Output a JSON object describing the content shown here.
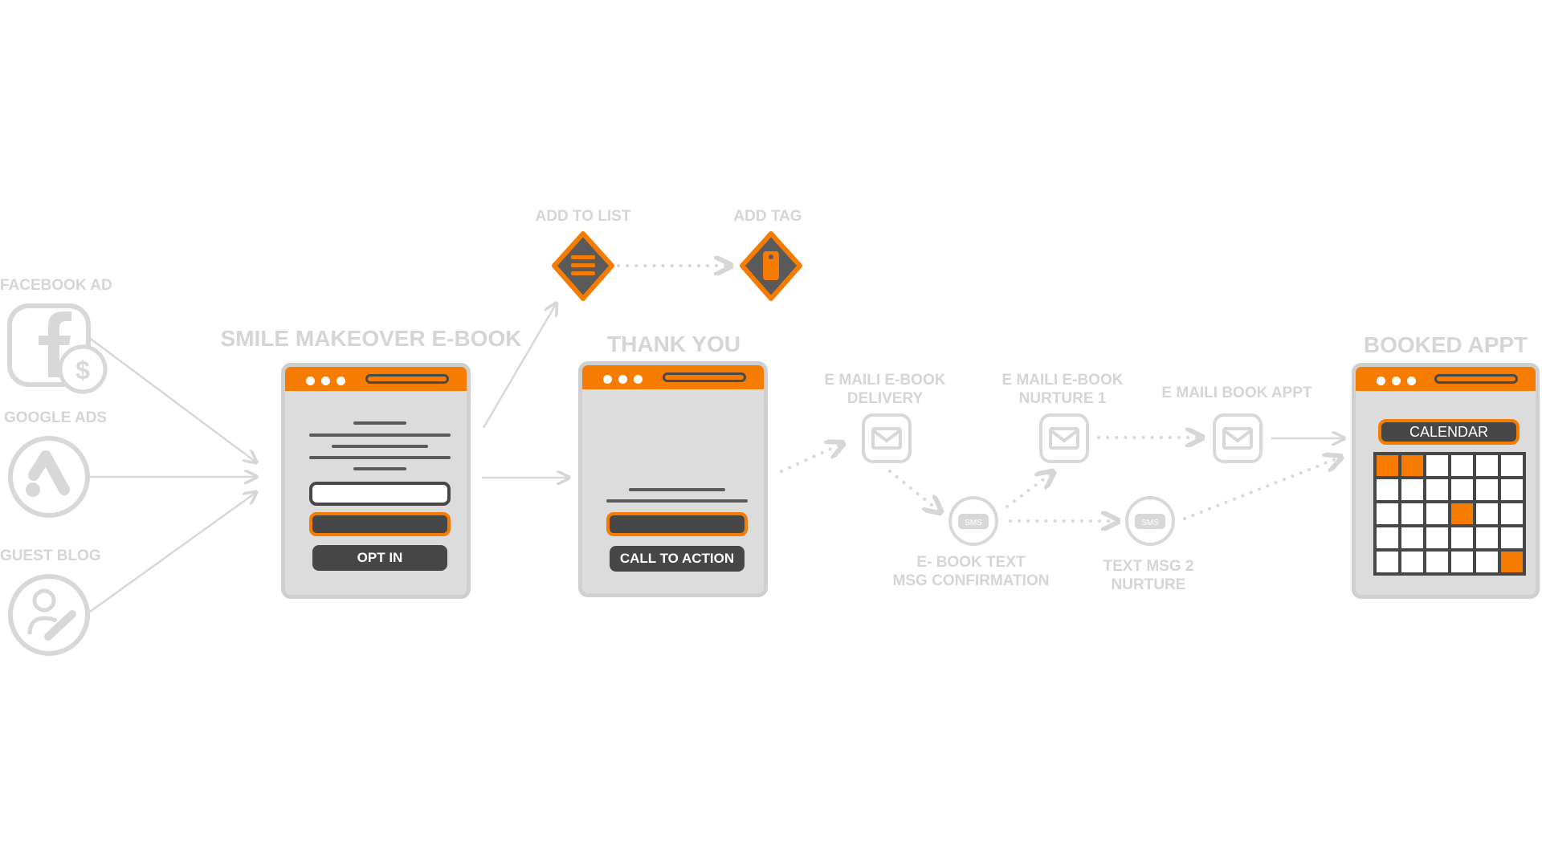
{
  "sources": {
    "facebook": "FACEBOOK AD",
    "google": "GOOGLE ADS",
    "blog": "GUEST BLOG"
  },
  "optin_page": {
    "title": "SMILE MAKEOVER E-BOOK",
    "button": "OPT IN"
  },
  "thankyou_page": {
    "title": "THANK YOU",
    "button": "CALL TO ACTION"
  },
  "actions": {
    "add_to_list": "ADD TO LIST",
    "add_tag": "ADD TAG"
  },
  "steps": {
    "email1": "E MAILI E-BOOK\nDELIVERY",
    "email2": "E MAILI E-BOOK\nNURTURE 1",
    "email3": "E MAILI BOOK APPT",
    "sms1": "E- BOOK TEXT\nMSG CONFIRMATION",
    "sms2": "TEXT MSG 2\nNURTURE",
    "sms_badge": "SMS"
  },
  "booked_page": {
    "title": "BOOKED APPT",
    "calendar": "CALENDAR",
    "highlighted_cells": [
      0,
      1,
      15,
      29
    ]
  },
  "colors": {
    "accent": "#f57c00",
    "dark": "#474747",
    "muted": "#d5d5d5",
    "panel": "#dcdcdc"
  }
}
